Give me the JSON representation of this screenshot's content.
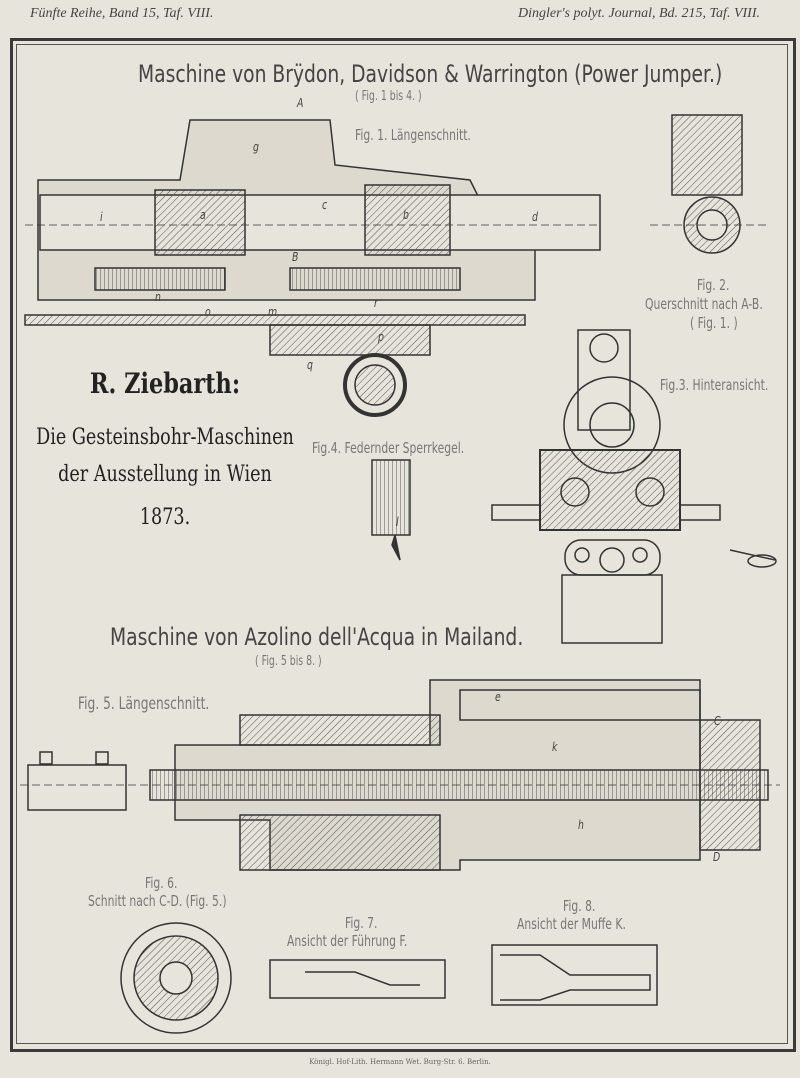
{
  "header": {
    "left": "Fünfte Reihe, Band 15, Taf. VIII.",
    "right": "Dingler's polyt. Journal, Bd. 215, Taf. VIII."
  },
  "section1": {
    "title": "Maschine von Brÿdon, Davidson & Warrington (Power Jumper.)",
    "subtitle": "( Fig. 1 bis 4. )"
  },
  "section2": {
    "title": "Maschine von Azolino dell'Acqua in Mailand.",
    "subtitle": "( Fig. 5 bis 8. )"
  },
  "figures": {
    "fig1": "Fig. 1. Längenschnitt.",
    "fig2_a": "Fig. 2.",
    "fig2_b": "Querschnitt nach A-B.",
    "fig2_c": "( Fig. 1. )",
    "fig3": "Fig.3. Hinteransicht.",
    "fig4": "Fig.4. Federnder Sperrkegel.",
    "fig5": "Fig. 5. Längenschnitt.",
    "fig6_a": "Fig. 6.",
    "fig6_b": "Schnitt nach C-D. (Fig. 5.)",
    "fig7_a": "Fig. 7.",
    "fig7_b": "Ansicht der Führung F.",
    "fig8_a": "Fig. 8.",
    "fig8_b": "Ansicht der Muffe K."
  },
  "author": {
    "name": "R. Ziebarth:",
    "line1": "Die Gesteinsbohr-Maschinen",
    "line2": "der Ausstellung in Wien",
    "year": "1873."
  },
  "letters": {
    "A": "A",
    "B": "B",
    "a": "a",
    "b": "b",
    "c": "c",
    "d": "d",
    "g": "g",
    "i": "i",
    "n": "n",
    "o": "o",
    "m": "m",
    "p": "p",
    "q": "q",
    "r": "r",
    "l": "l",
    "e": "e",
    "k": "k",
    "h": "h",
    "C": "C",
    "D": "D"
  },
  "footer": "Königl. Hof-Lith. Hermann Wet. Burg-Str. 6. Berlin."
}
